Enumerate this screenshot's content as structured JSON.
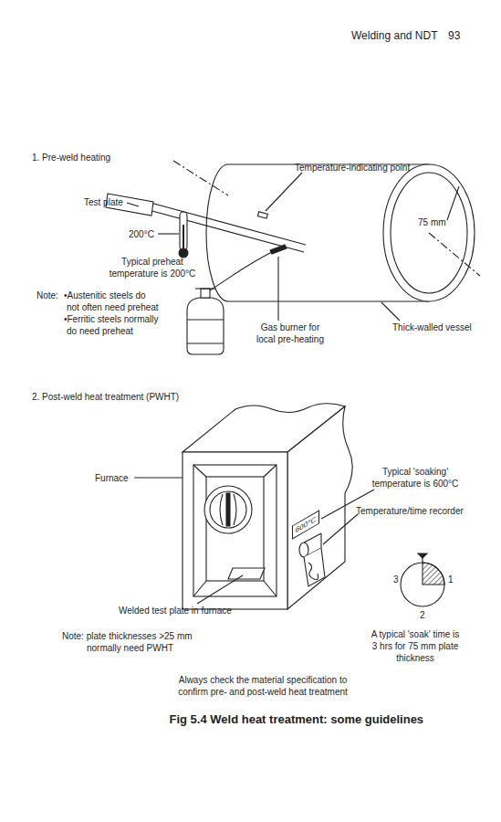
{
  "diagram": {
    "caption": "Fig 5.4 Weld heat treatment: some guidelines",
    "nodes": [
      {
        "text": [
          "600°C"
        ]
      }
    ],
    "labels": [
      "Welding and NDT",
      "93",
      "1. Pre-weld heating",
      "Temperature-indicating point",
      "Test plate",
      "200°C",
      "75 mm",
      "Typical preheat temperature is 200°C",
      "Note:",
      "•Austenitic steels do not often need preheat",
      "•Ferritic steels normally do need preheat",
      "Gas burner for local pre-heating",
      "Thick-walled vessel",
      "2. Post-weld heat treatment (PWHT)",
      "Furnace",
      "Typical 'soaking' temperature is 600°C",
      "Temperature/time recorder",
      "3",
      "1",
      "2",
      "Welded test plate in furnace",
      "A typical 'soak' time is 3 hrs for 75 mm plate thickness",
      "Note: plate thicknesses >25 mm normally need PWHT",
      "Always check the material specification to confirm pre- and post-weld heat treatment"
    ]
  }
}
